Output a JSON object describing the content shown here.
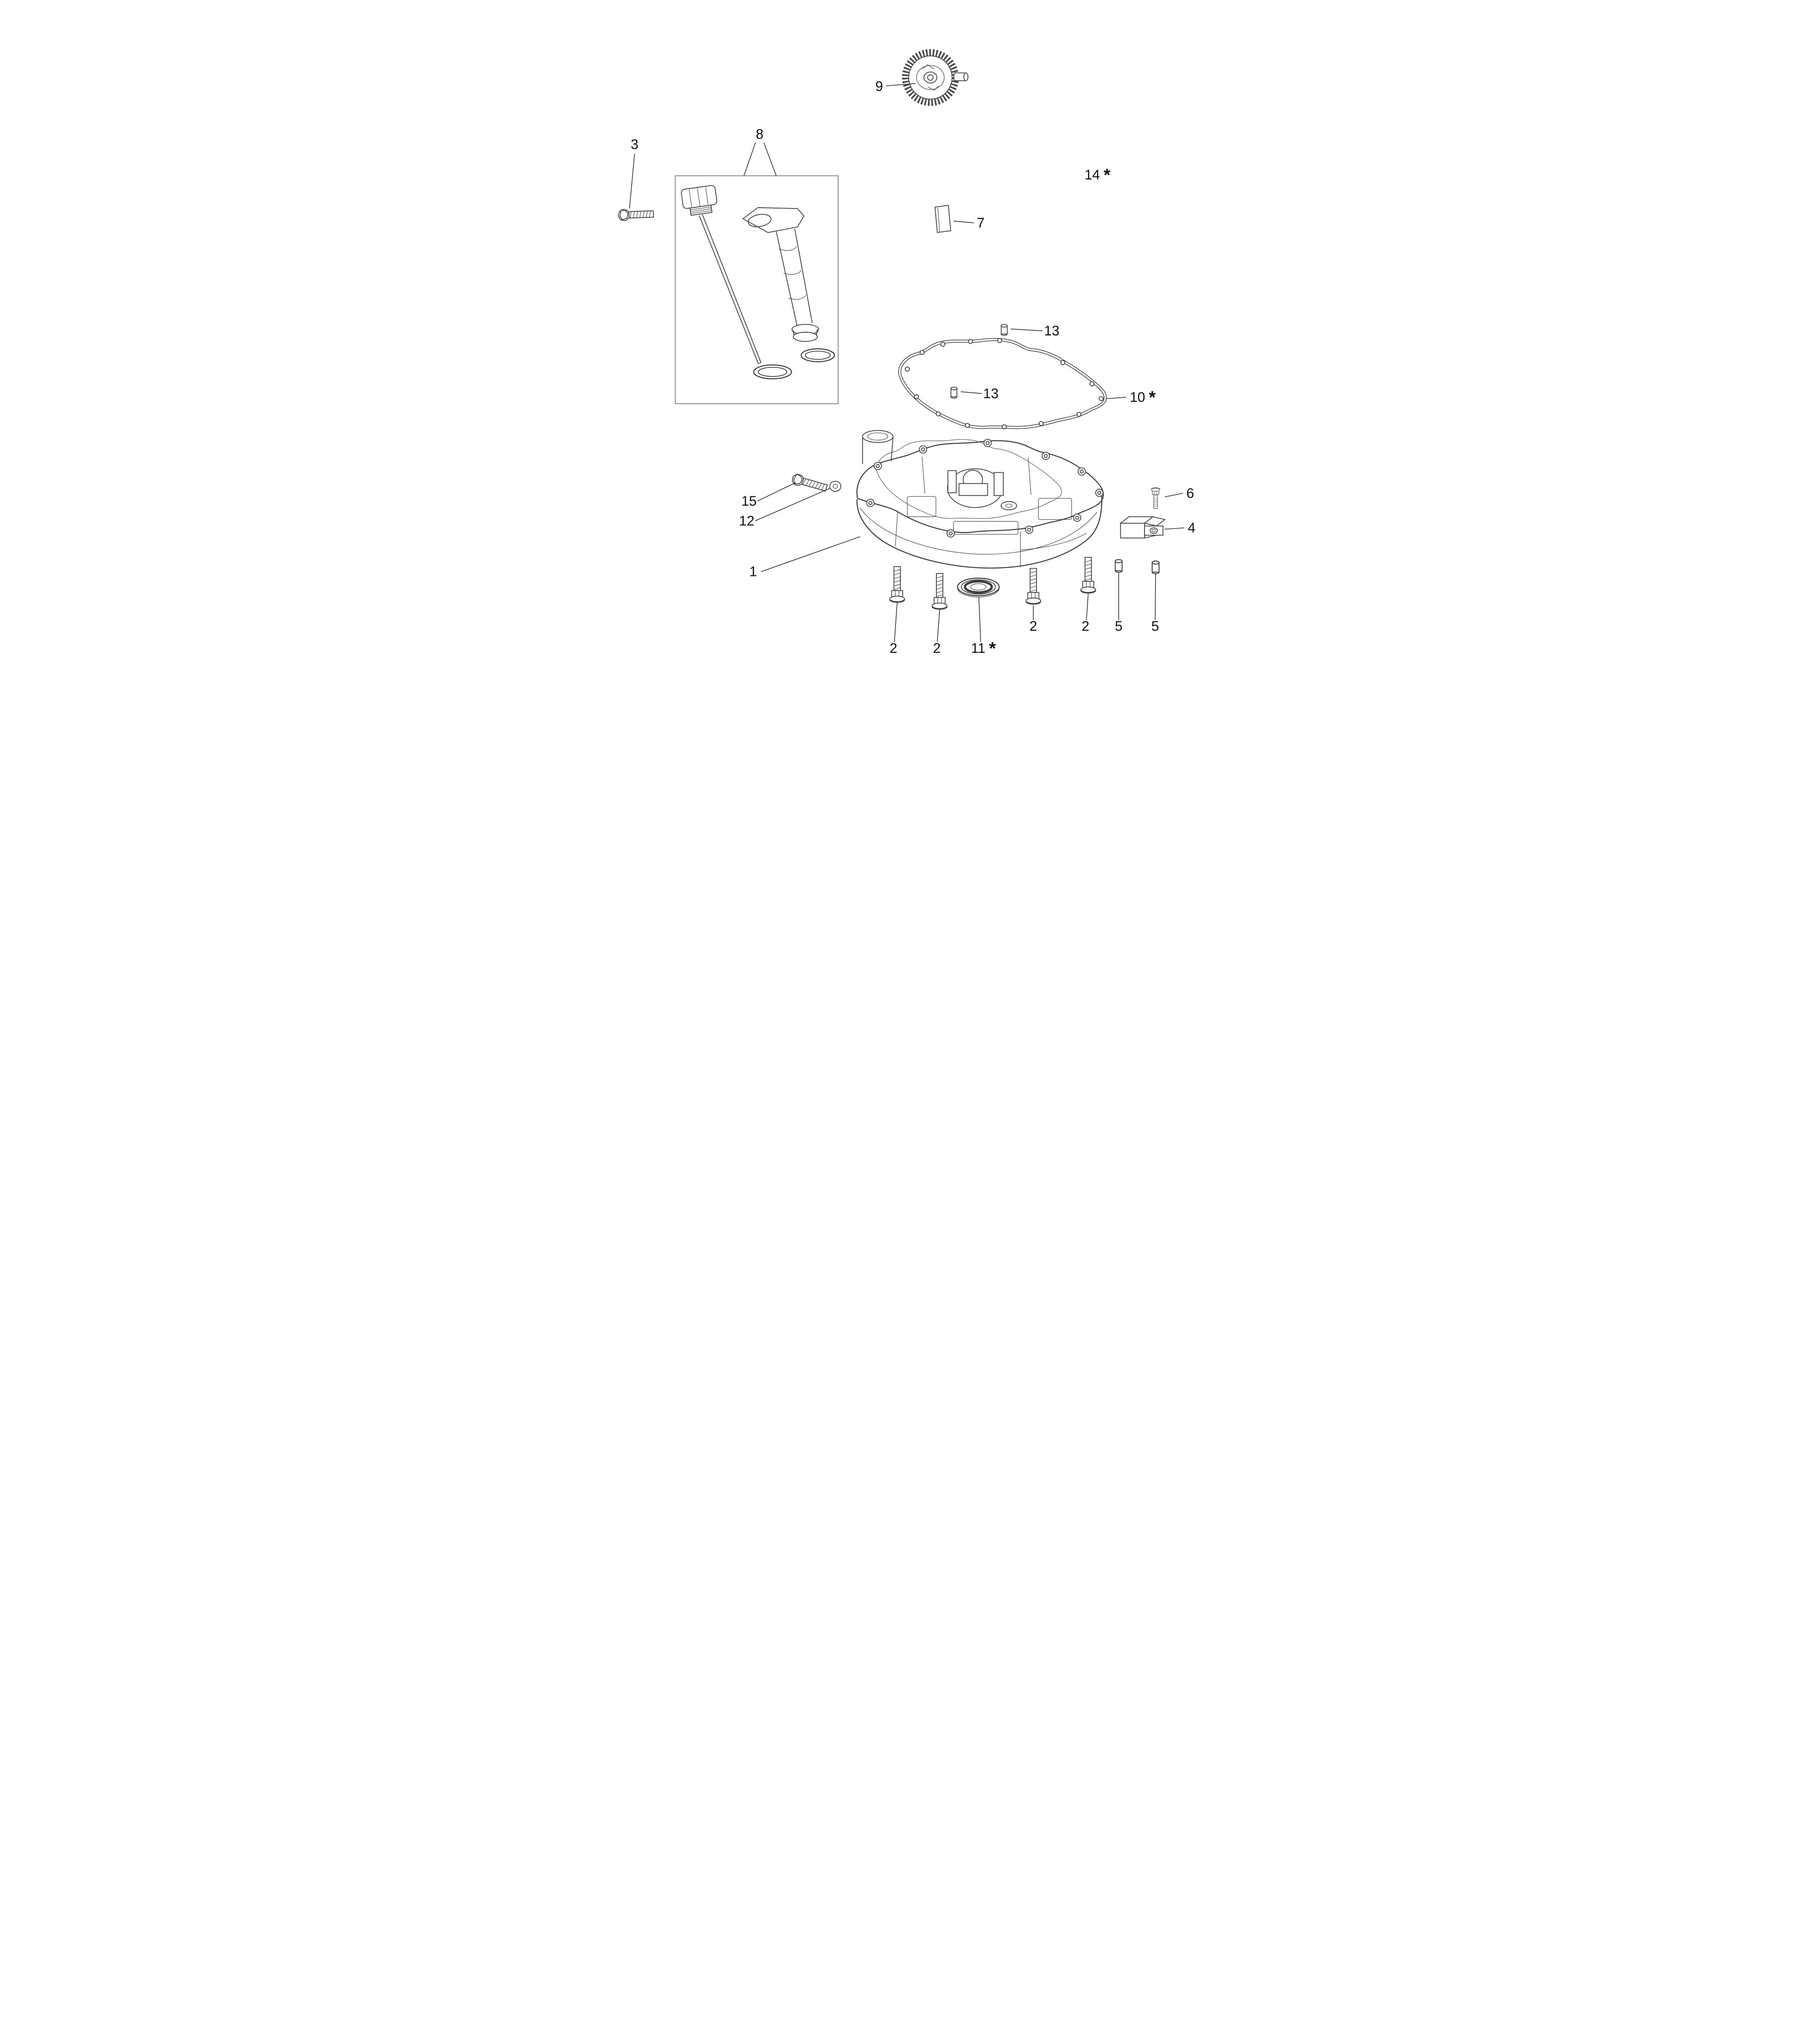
{
  "page": {
    "background": "#ffffff",
    "ink": "#3d3d3d"
  },
  "diagram": {
    "type": "exploded-parts-diagram",
    "callouts": [
      {
        "text": "9"
      },
      {
        "text": "3"
      },
      {
        "text": "8"
      },
      {
        "text": "14",
        "star": "*"
      },
      {
        "text": "7"
      },
      {
        "text": "13"
      },
      {
        "text": "13"
      },
      {
        "text": "10",
        "star": "*"
      },
      {
        "text": "15"
      },
      {
        "text": "12"
      },
      {
        "text": "6"
      },
      {
        "text": "4"
      },
      {
        "text": "1"
      },
      {
        "text": "2"
      },
      {
        "text": "2"
      },
      {
        "text": "11",
        "star": "*"
      },
      {
        "text": "2"
      },
      {
        "text": "2"
      },
      {
        "text": "5"
      },
      {
        "text": "5"
      }
    ]
  }
}
